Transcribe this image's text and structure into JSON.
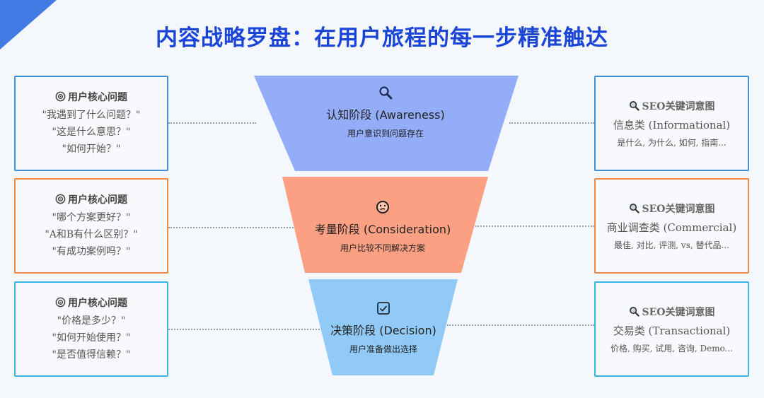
{
  "title": "内容战略罗盘：在用户旅程的每一步精准触达",
  "stages": [
    {
      "title": "认知阶段 (Awareness)",
      "desc": "用户意识到问题存在",
      "icon": "magnifier-icon",
      "color": "#8aa6f8"
    },
    {
      "title": "考量阶段 (Consideration)",
      "desc": "用户比较不同解决方案",
      "icon": "thinking-face-icon",
      "color": "#fb9d80"
    },
    {
      "title": "决策阶段 (Decision)",
      "desc": "用户准备做出选择",
      "icon": "checkbox-icon",
      "color": "#8fc9f5"
    }
  ],
  "questions": [
    {
      "heading": "用户核心问题",
      "items": [
        "\"我遇到了什么问题？\"",
        "\"这是什么意思？\"",
        "\"如何开始？\""
      ]
    },
    {
      "heading": "用户核心问题",
      "items": [
        "\"哪个方案更好？\"",
        "\"A和B有什么区别？\"",
        "\"有成功案例吗？\""
      ]
    },
    {
      "heading": "用户核心问题",
      "items": [
        "\"价格是多少？\"",
        "\"如何开始使用？\"",
        "\"是否值得信赖？\""
      ]
    }
  ],
  "keywords": [
    {
      "heading": "SEO关键词意图",
      "type": "信息类 (Informational)",
      "examples": "是什么, 为什么, 如何, 指南..."
    },
    {
      "heading": "SEO关键词意图",
      "type": "商业调查类 (Commercial)",
      "examples": "最佳, 对比, 评测, vs, 替代品..."
    },
    {
      "heading": "SEO关键词意图",
      "type": "交易类 (Transactional)",
      "examples": "价格, 购买, 试用, 咨询, Demo..."
    }
  ]
}
